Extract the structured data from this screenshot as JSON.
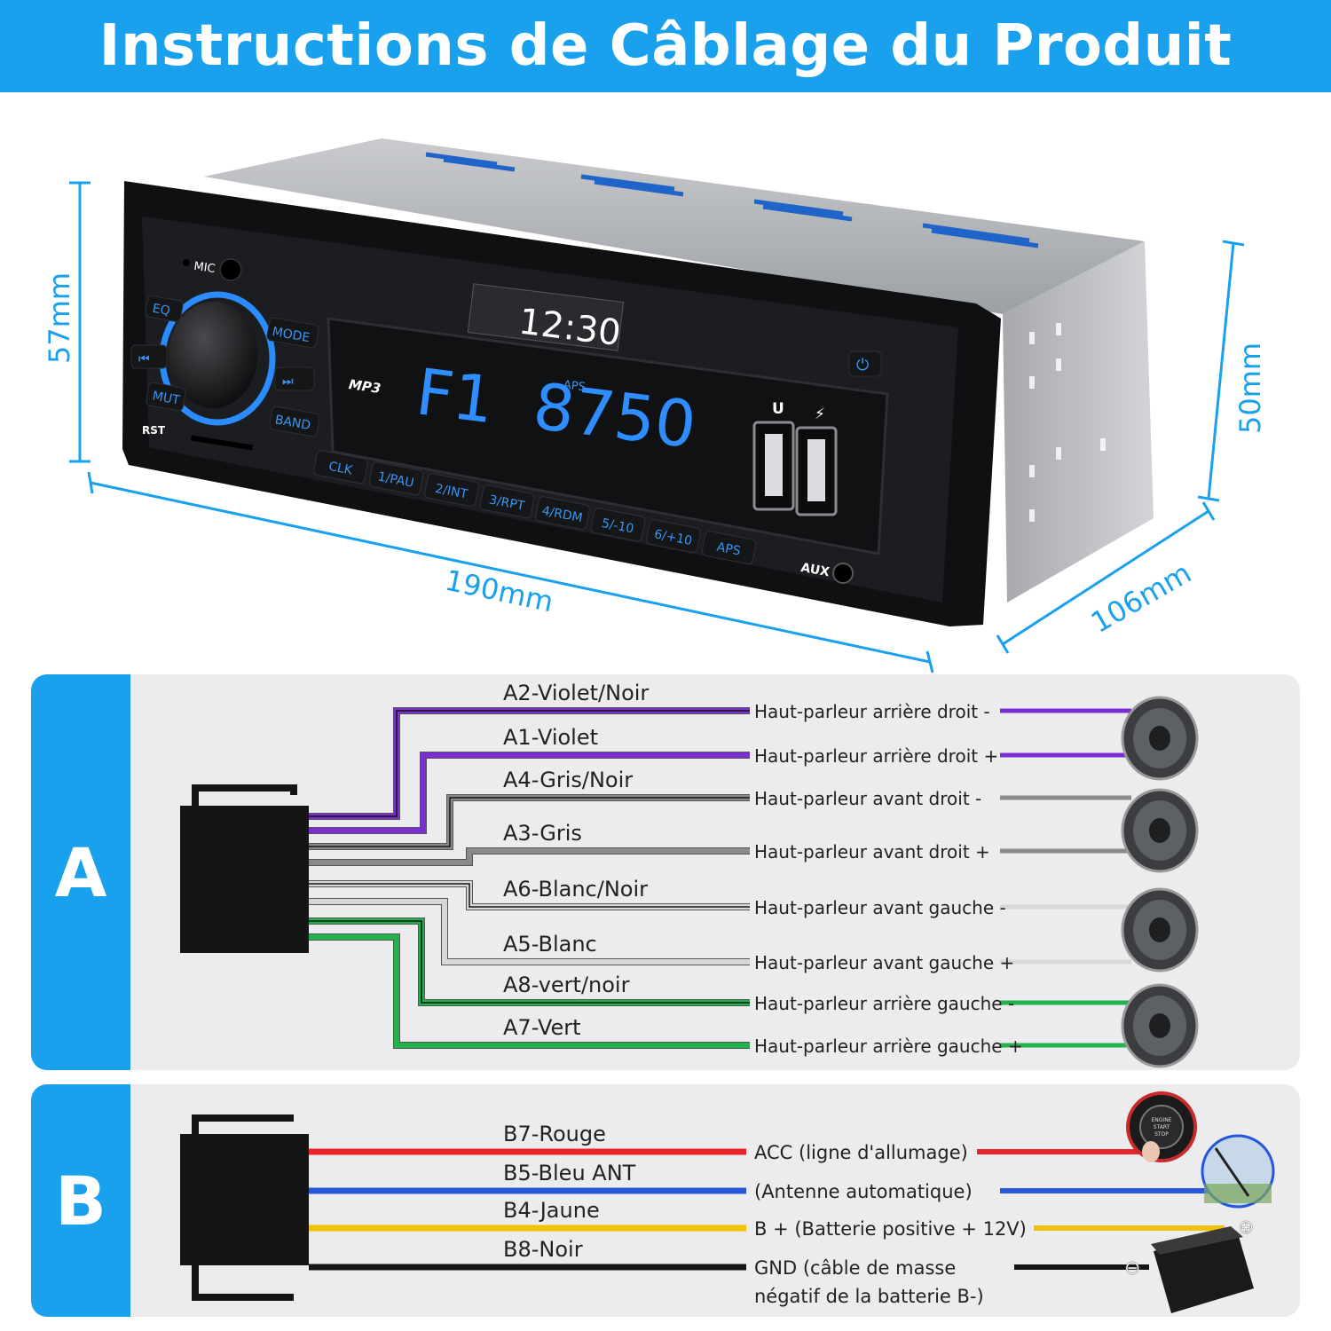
{
  "title": "Instructions de Câblage du Produit",
  "dimensions": {
    "height": "57mm",
    "depth_height": "50mm",
    "width": "190mm",
    "depth": "106mm"
  },
  "radio": {
    "clock": "12:30",
    "display": "F1  8750",
    "aps_tag": "APS",
    "labels": {
      "mic": "MIC",
      "eq": "EQ",
      "mode": "MODE",
      "mut": "MUT",
      "band": "BAND",
      "rst": "RST",
      "mp3": "MP3",
      "usb_u": "U",
      "aux": "AUX",
      "presets": [
        "CLK",
        "1/PAU",
        "2/INT",
        "3/RPT",
        "4/RDM",
        "5/-10",
        "6/+10",
        "APS"
      ]
    }
  },
  "colors": {
    "accent": "#1aa1ee",
    "violet": "#7b2fd0",
    "gris": "#8a8a8a",
    "blanc": "#d8d8d8",
    "noir": "#151515",
    "vert": "#22b24c",
    "rouge": "#e8232a",
    "bleu": "#2657d9",
    "jaune": "#f2c200"
  },
  "section_a": {
    "tab": "A",
    "wires": [
      {
        "name": "A2-Violet/Noir",
        "function": "Haut-parleur arrière droit -",
        "color": "#7b2fd0",
        "stripe": "#151515"
      },
      {
        "name": "A1-Violet",
        "function": "Haut-parleur arrière droit +",
        "color": "#7b2fd0",
        "stripe": ""
      },
      {
        "name": "A4-Gris/Noir",
        "function": "Haut-parleur avant droit -",
        "color": "#8a8a8a",
        "stripe": "#151515"
      },
      {
        "name": "A3-Gris",
        "function": "Haut-parleur avant droit +",
        "color": "#8a8a8a",
        "stripe": ""
      },
      {
        "name": "A6-Blanc/Noir",
        "function": "Haut-parleur avant gauche -",
        "color": "#d8d8d8",
        "stripe": "#151515"
      },
      {
        "name": "A5-Blanc",
        "function": "Haut-parleur avant gauche +",
        "color": "#d8d8d8",
        "stripe": ""
      },
      {
        "name": "A8-vert/noir",
        "function": "Haut-parleur arrière gauche -",
        "color": "#22b24c",
        "stripe": "#151515"
      },
      {
        "name": "A7-Vert",
        "function": "Haut-parleur arrière gauche +",
        "color": "#22b24c",
        "stripe": ""
      }
    ]
  },
  "section_b": {
    "tab": "B",
    "wires": [
      {
        "name": "B7-Rouge",
        "function": "ACC (ligne d'allumage)",
        "function2": "",
        "color": "#e8232a"
      },
      {
        "name": "B5-Bleu ANT",
        "function": "(Antenne automatique)",
        "function2": "",
        "color": "#2657d9"
      },
      {
        "name": "B4-Jaune",
        "function": "B + (Batterie positive + 12V)",
        "function2": "",
        "color": "#f2c200"
      },
      {
        "name": "B8-Noir",
        "function": "GND (câble de masse",
        "function2": "négatif de la batterie B-)",
        "color": "#151515"
      }
    ],
    "button_text": [
      "ENGINE",
      "START",
      "STOP"
    ]
  }
}
